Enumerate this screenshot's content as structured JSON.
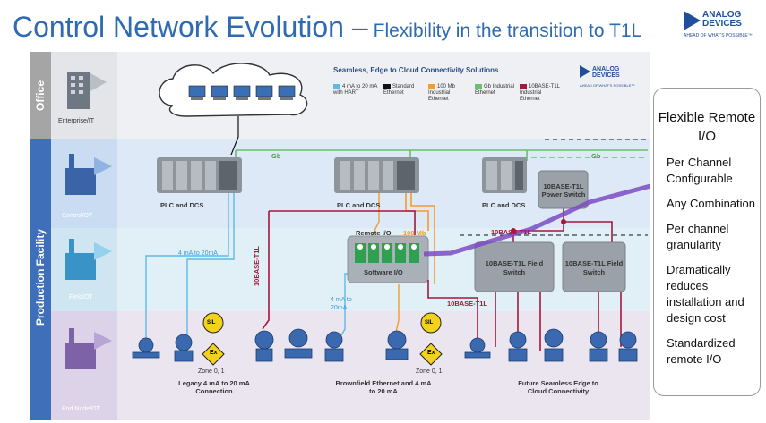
{
  "header": {
    "title": "Control Network Evolution –",
    "subtitle": "Flexibility in the transition to T1L"
  },
  "logo": {
    "line1": "ANALOG",
    "line2": "DEVICES",
    "tagline": "AHEAD OF WHAT'S POSSIBLE™"
  },
  "diagram": {
    "heading": "Seamless, Edge to Cloud Connectivity Solutions",
    "zones": {
      "office": "Office",
      "production": "Production Facility"
    },
    "levels": [
      "Enterprise/IT",
      "Control/OT",
      "Field/OT",
      "End Node/OT"
    ],
    "legend": [
      {
        "label": "4 mA to 20 mA with HART",
        "color": "#5fb8e8"
      },
      {
        "label": "Standard Ethernet",
        "color": "#111111"
      },
      {
        "label": "100 Mb Industrial Ethernet",
        "color": "#f29c2b"
      },
      {
        "label": "Gb Industrial Ethernet",
        "color": "#6cbf6c"
      },
      {
        "label": "10BASE-T1L Industrial Ethernet",
        "color": "#a3183a"
      }
    ],
    "labels": {
      "plc": "PLC and DCS",
      "gb": "Gb",
      "remote_io": "Remote I/O",
      "mb100": "100 Mb",
      "software_io": "Software I/O",
      "ma_4_20": "4 mA to 20mA",
      "ma_4_20b": "4 mA to 20mA",
      "t1l": "10BASE-T1L",
      "power_switch": "10BASE-T1L Power Switch",
      "field_switch": "10BASE-T1L Field Switch",
      "sil": "SIL",
      "ex": "Ex",
      "zone": "Zone 0, 1",
      "cap1": "Legacy 4 mA to 20 mA Connection",
      "cap2": "Brownfield Ethernet and 4 mA to 20 mA",
      "cap3": "Future Seamless Edge to Cloud Connectivity"
    }
  },
  "panel": {
    "title": "Flexible Remote I/O",
    "items": [
      "Per Channel Configurable",
      "Any Combination",
      "Per channel granularity",
      "Dramatically reduces installation and design cost",
      "Standardized remote I/O"
    ]
  },
  "colors": {
    "title": "#2e6bb0",
    "brand": "#1f4e9c",
    "t1l": "#a3183a",
    "gb": "#6cbf6c",
    "mb100": "#f29c2b",
    "analog": "#5fb8e8",
    "highlight": "#7b4bc4"
  }
}
